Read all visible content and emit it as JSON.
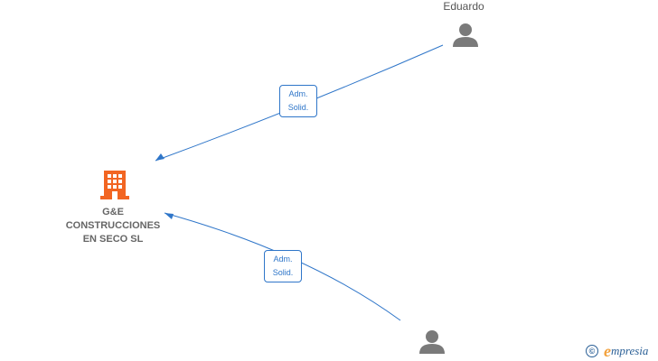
{
  "company": {
    "name_lines": [
      "G&E",
      "CONSTRUCCIONES",
      "EN SECO  SL"
    ],
    "icon": "building-icon",
    "icon_color": "#f26522"
  },
  "people": [
    {
      "name": "Eduardo",
      "icon": "person-icon"
    },
    {
      "name": "",
      "icon": "person-icon"
    }
  ],
  "relations": [
    {
      "from": "person_0",
      "to": "company",
      "label_lines": [
        "Adm.",
        "Solid."
      ]
    },
    {
      "from": "person_1",
      "to": "company",
      "label_lines": [
        "Adm.",
        "Solid."
      ]
    }
  ],
  "colors": {
    "edge": "#2f76c9",
    "person_icon": "#7a7a7a",
    "label_text": "#666666"
  },
  "watermark": {
    "symbol": "©",
    "brand_initial": "e",
    "brand_rest": "mpresia"
  }
}
